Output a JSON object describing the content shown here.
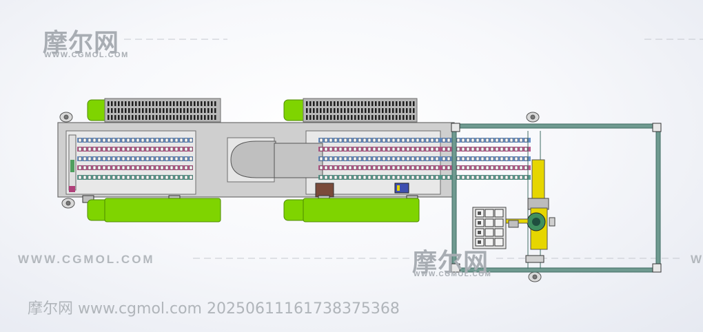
{
  "watermarks": {
    "logo_cn": "摩尔网",
    "logo_en": "WWW.CGMOL.COM",
    "mid_left": "WWW.CGMOL.COM",
    "mid_center_cn": "摩尔网",
    "mid_center_en": "WWW.CGMOL.COM",
    "right_edge": "W",
    "footer": "摩尔网 www.cgmol.com 20250611161738375368"
  },
  "colors": {
    "frame_gray": "#c9c9c9",
    "frame_dark": "#6d6d6d",
    "tank_green": "#7fd400",
    "vent_gray": "#b8b8b8",
    "rail_blue": "#4f7fbf",
    "rail_magenta": "#b0407a",
    "rail_teal": "#3f8f7f",
    "profile_teal": "#7fa39a",
    "bracket_yellow": "#e6d600",
    "dome_gray": "#bdbdbd"
  }
}
